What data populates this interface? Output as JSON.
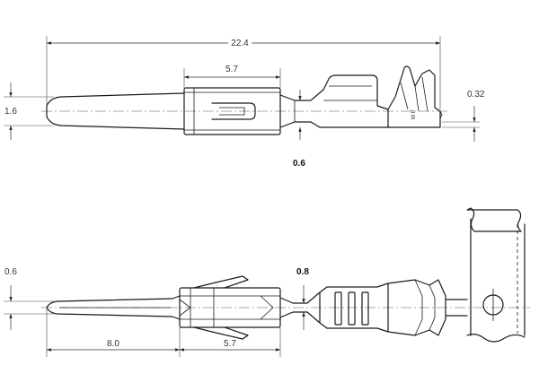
{
  "dimensions": {
    "overall_length": "22.4",
    "housing_length_top": "5.7",
    "pin_diameter": "1.6",
    "strip_thickness": "0.32",
    "neck_width_top": "0.6",
    "pin_tip_side": "0.6",
    "neck_width_bottom": "0.8",
    "pin_length": "8.0",
    "housing_length_bottom": "5.7"
  },
  "markings": {
    "part_mark": "M P"
  }
}
